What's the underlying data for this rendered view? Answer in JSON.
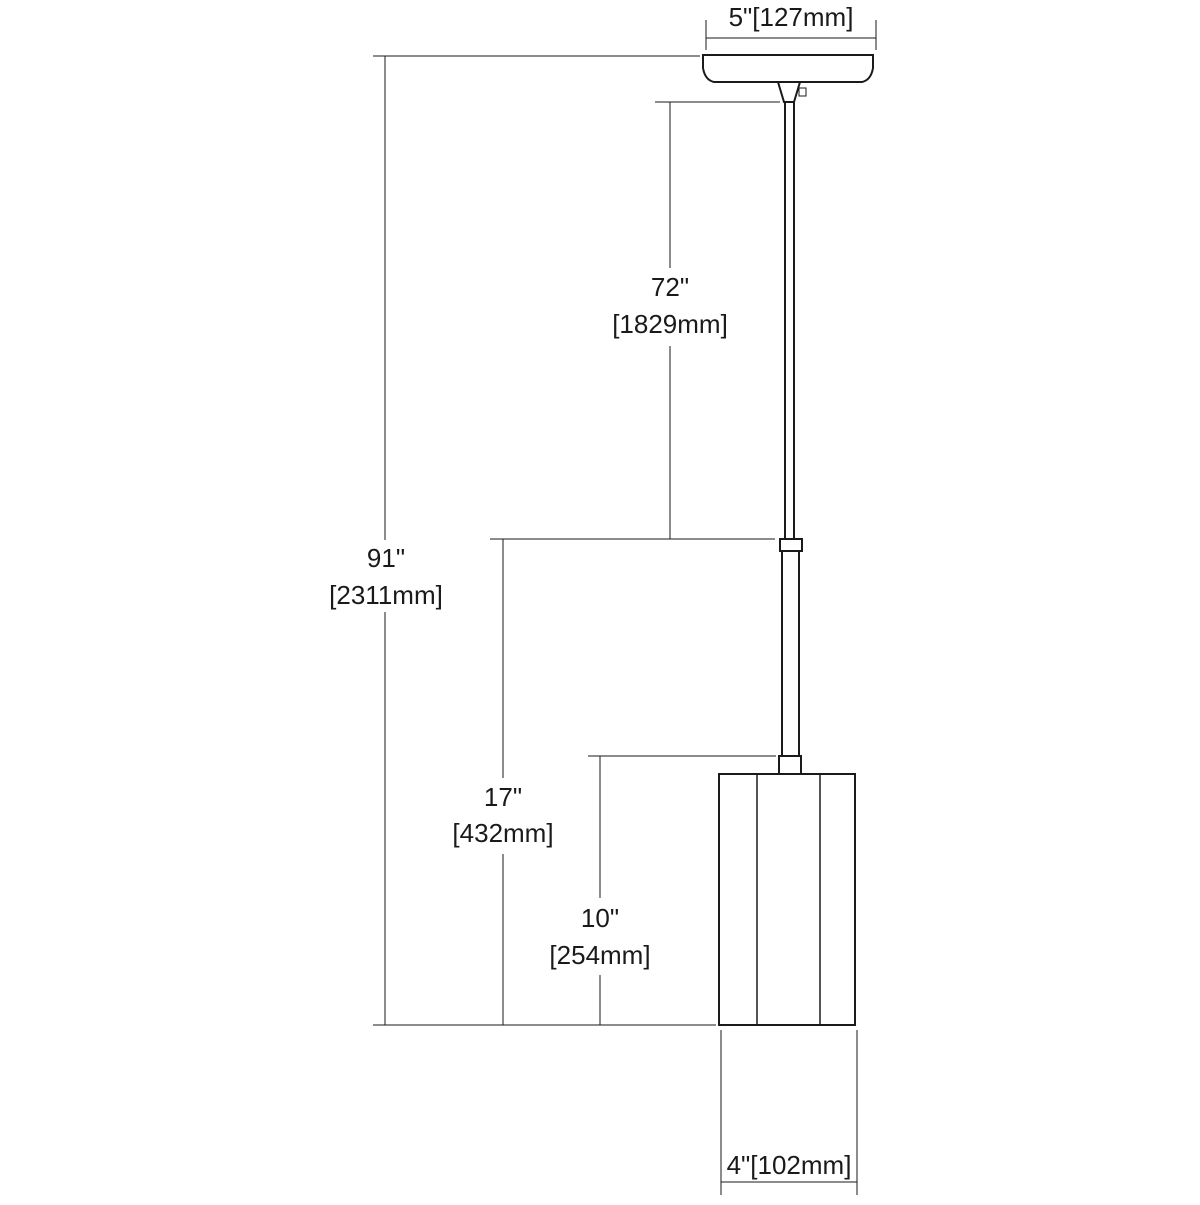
{
  "dimensions": {
    "canopy_width": "5\"[127mm]",
    "rod_length_in": "72\"",
    "rod_length_mm": "[1829mm]",
    "overall_height_in": "91\"",
    "overall_height_mm": "[2311mm]",
    "fixture_height_in": "17\"",
    "fixture_height_mm": "[432mm]",
    "shade_height_in": "10\"",
    "shade_height_mm": "[254mm]",
    "shade_width": "4\"[102mm]"
  }
}
